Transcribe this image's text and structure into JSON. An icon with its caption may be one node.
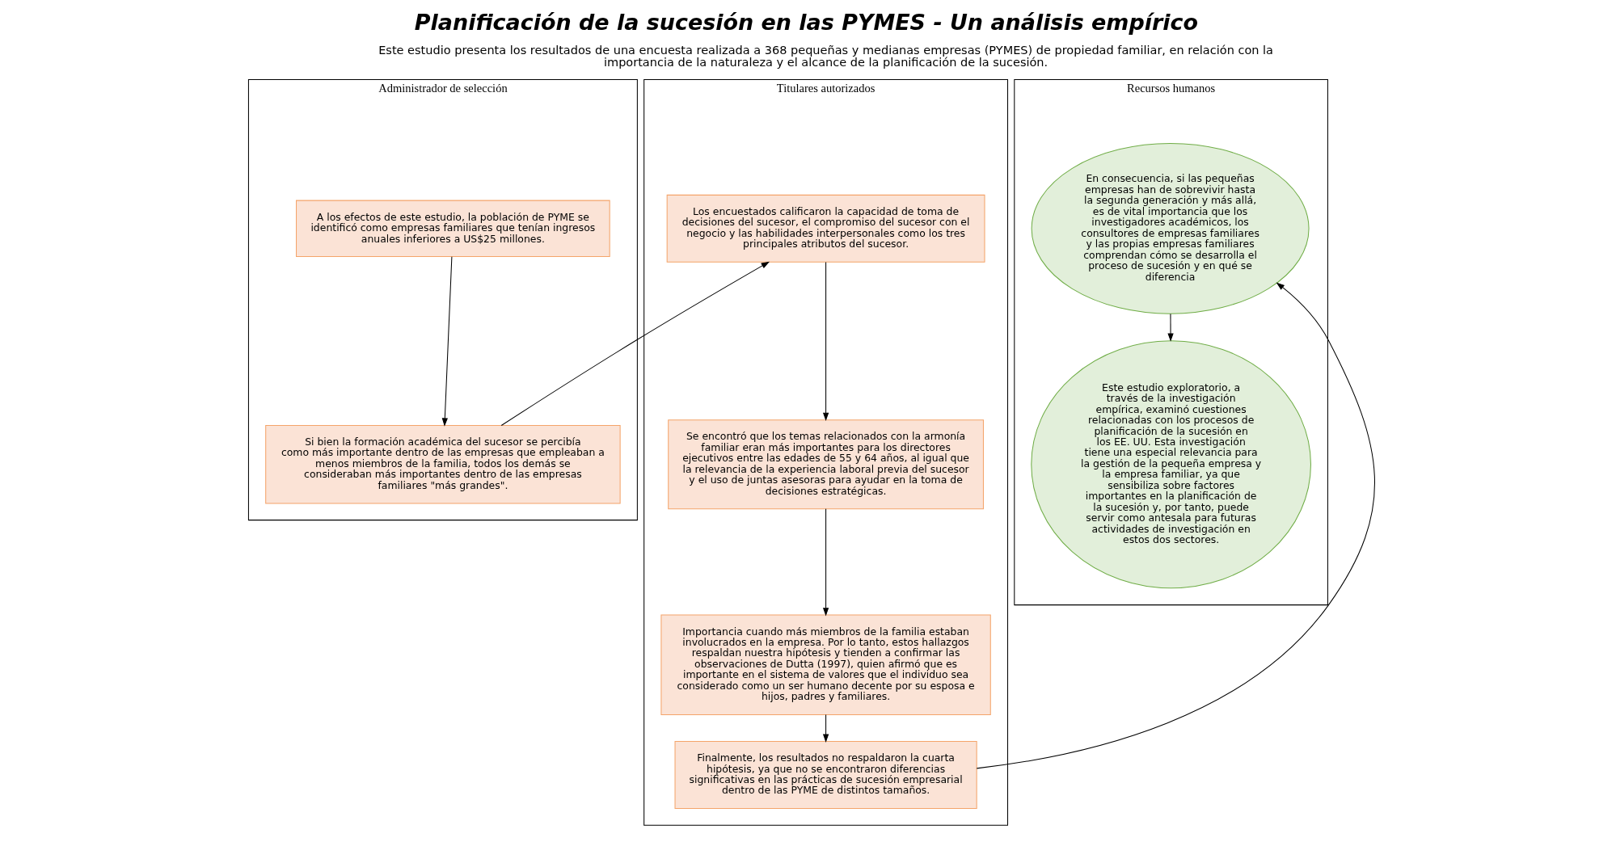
{
  "diagram": {
    "title": "Planificación de la sucesión en las PYMES - Un análisis empírico",
    "nodes": [
      {
        "text": [
          "Administrador de selección"
        ]
      },
      {
        "text": [
          "A los efectos de este estudio, la población de PYME se identificó como empresas familiares que tenían ingresos anuales inferiores a US$25 millones."
        ],
        "in": 0
      },
      {
        "text": [
          "Si bien la formación académica del sucesor se percibía como más importante dentro de las empresas que empleaban a menos miembros de la familia, todos los demás se consideraban más importantes dentro de las empresas familiares \"más grandes\"."
        ],
        "in": 0
      },
      {
        "text": [
          "Titulares autorizados"
        ]
      },
      {
        "text": [
          "Los encuestados calificaron la capacidad de toma de decisiones del sucesor, el compromiso del sucesor con el negocio y las habilidades interpersonales como los tres principales atributos del sucesor."
        ],
        "in": 3
      },
      {
        "text": [
          "Se encontró que los temas relacionados con la armonía familiar eran más importantes para los directores ejecutivos entre las edades de 55 y 64 años, al igual que la relevancia de la experiencia laboral previa del sucesor y el uso de juntas asesoras para ayudar en la toma de decisiones estratégicas."
        ],
        "in": 3
      },
      {
        "text": [
          "Importancia cuando más miembros de la familia estaban involucrados en la empresa. Por lo tanto, estos hallazgos respaldan nuestra hipótesis y tienden a confirmar las observaciones de Dutta (1997), quien afirmó que es importante en el sistema de valores que el individuo sea considerado como un ser humano decente por su esposa e hijos, padres y familiares."
        ],
        "in": 3
      },
      {
        "text": [
          "Finalmente, los resultados no respaldaron la cuarta hipótesis, ya que no se encontraron diferencias significativas en las prácticas de sucesión empresarial dentro de las PYME de distintos tamaños."
        ],
        "in": 3
      },
      {
        "text": [
          "Recursos humanos"
        ]
      },
      {
        "text": [
          "En consecuencia, si las pequeñas empresas han de sobrevivir hasta la segunda generación y más allá, es de vital importancia que los investigadores académicos, los consultores de empresas familiares y las propias empresas familiares comprendan cómo se desarrolla el proceso de sucesión y en qué se diferencia"
        ],
        "in": 8
      },
      {
        "text": [
          "Este estudio exploratorio, a través de la investigación empírica, examinó cuestiones relacionadas con los procesos de planificación de la sucesión en los EE. UU. Esta investigación tiene una especial relevancia para la gestión de la pequeña empresa y la empresa familiar, ya que sensibiliza sobre factores importantes en la planificación de la sucesión y, por tanto, puede servir como antesala para futuras actividades de investigación en estos dos sectores."
        ],
        "in": 8
      }
    ],
    "edges": [
      {
        "from": 1,
        "to": 2,
        "arrow": "to"
      },
      {
        "from": 2,
        "to": 4,
        "arrow": "to"
      },
      {
        "from": 4,
        "to": 5,
        "arrow": "to"
      },
      {
        "from": 5,
        "to": 6,
        "arrow": "to"
      },
      {
        "from": 6,
        "to": 7,
        "arrow": "to"
      },
      {
        "from": 7,
        "to": 9,
        "arrow": "to"
      },
      {
        "from": 9,
        "to": 10,
        "arrow": "to"
      }
    ],
    "labels": [
      "Este estudio presenta los resultados de una encuesta realizada a 368 pequeñas y medianas empresas (PYMES) de propiedad familiar, en relación con la importancia de la naturaleza y el alcance de la planificación de la sucesión."
    ]
  }
}
